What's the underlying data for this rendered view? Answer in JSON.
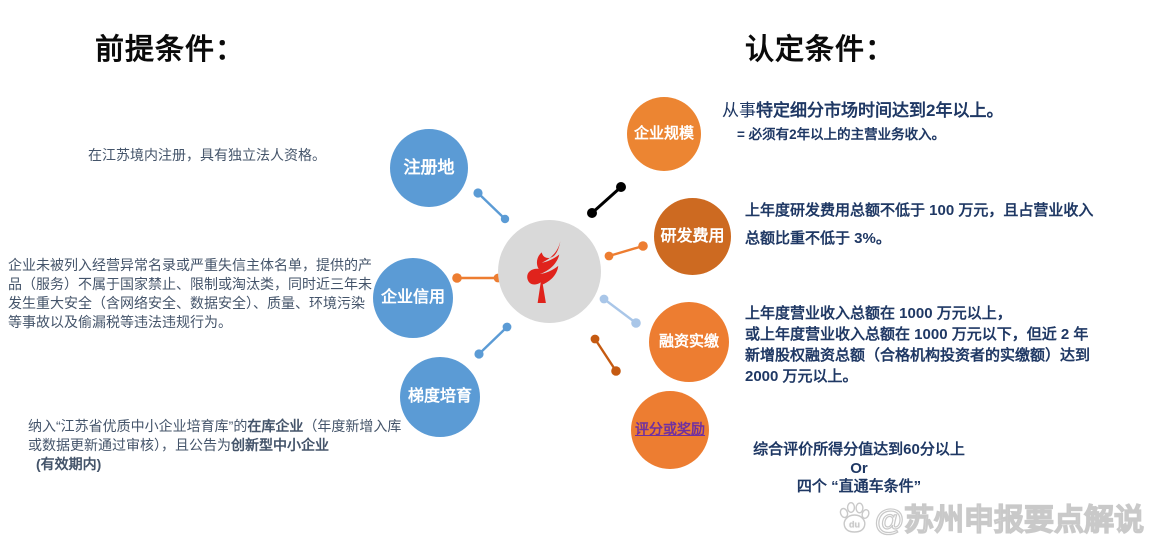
{
  "titles": {
    "prerequisites": "前提条件：",
    "certification": "认定条件："
  },
  "prerequisites": {
    "registration": {
      "label": "注册地",
      "text": "在江苏境内注册，具有独立法人资格。"
    },
    "credit": {
      "label": "企业信用",
      "text": "企业未被列入经营异常名录或严重失信主体名单，提供的产品（服务）不属于国家禁止、限制或淘汰类，同时近三年未发生重大安全（含网络安全、数据安全）、质量、环境污染等事故以及偷漏税等违法违规行为。"
    },
    "tier": {
      "label": "梯度培育",
      "text_run1": "纳入“江苏省优质中小企业培育库”的",
      "text_bold1": "在库企业",
      "text_run2": "（年度新增入库或数据更新通过审核），且公告为",
      "text_bold2": "创新型中小企业",
      "text_bold3": "(有效期内)"
    }
  },
  "certification": {
    "scale": {
      "label": "企业规模",
      "text_lead": "从事",
      "text_bold": "特定细分市场时间达到2年以上。",
      "subtext": "=  必须有2年以上的主营业务收入。"
    },
    "rnd": {
      "label": "研发费用",
      "text": "上年度研发费用总额不低于 100 万元，且占营业收入总额比重不低于 3%。"
    },
    "financing": {
      "label": "融资实缴",
      "text_line1": "上年度营业收入总额在 1000 万元以上，",
      "text_line2": "或上年度营业收入总额在 1000 万元以下，但近 2 年新增股权融资总额（合格机构投资者的实缴额）达到 2000 万元以上。"
    },
    "score": {
      "label": "评分或奖励",
      "line1": "综合评价所得分值达到60分以上",
      "line2": "Or",
      "line3": "四个 “直通车条件”"
    }
  },
  "watermark": {
    "handle": "@苏州申报要点解说",
    "paw_label": "du"
  },
  "palette": {
    "blue_circle": "#5b9bd5",
    "orange_bright": "#ed7d31",
    "orange_light": "#ec8532",
    "orange_dark": "#cd6a21",
    "connector_black": "#000000",
    "connector_pale_blue": "#a9c6e8",
    "connector_dark_orange": "#c55a11",
    "center_circle_gray": "#d9d9d9",
    "logo_red": "#e0231c",
    "left_text": "#44546a",
    "right_text": "#1f3864",
    "score_link_purple": "#7030a0"
  }
}
